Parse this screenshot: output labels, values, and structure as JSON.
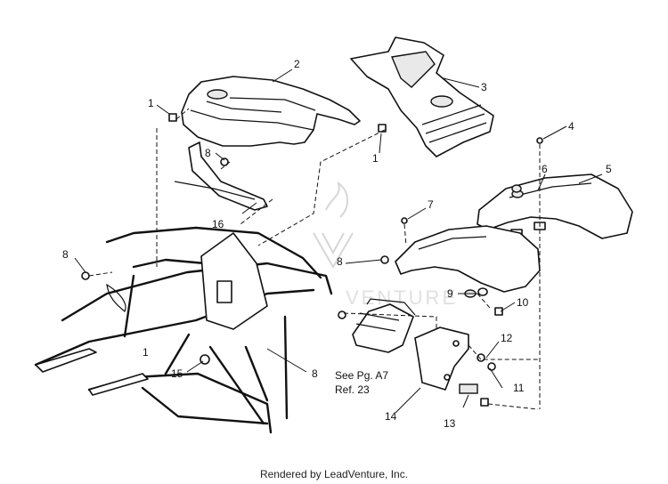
{
  "diagram": {
    "callouts": [
      "1",
      "2",
      "3",
      "4",
      "5",
      "6",
      "7",
      "8",
      "1",
      "8",
      "8",
      "9",
      "10",
      "12",
      "11",
      "13",
      "14",
      "15",
      "16",
      "8",
      "1"
    ],
    "note_line1": "See Pg. A7",
    "note_line2": "Ref. 23",
    "watermark": "VENTURE"
  },
  "footer": {
    "credit": "Rendered by LeadVenture, Inc."
  }
}
